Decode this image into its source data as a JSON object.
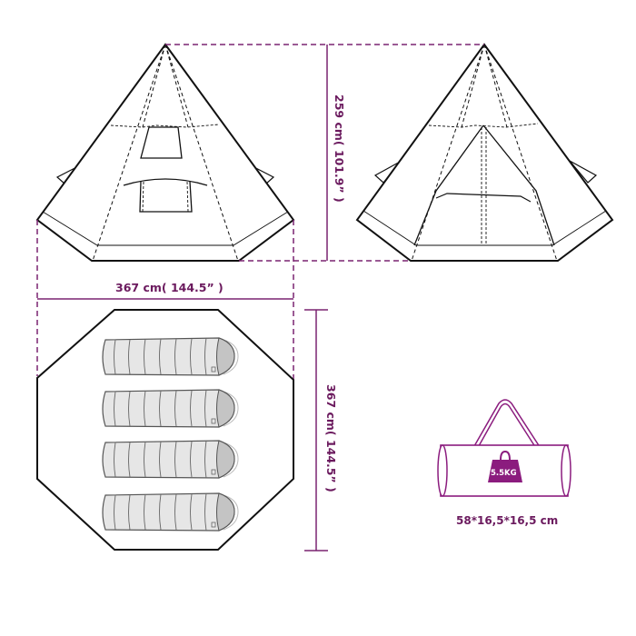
{
  "diagram": {
    "title": "Tent dimensions",
    "colors": {
      "dimension": "#7a2370",
      "dimension_text": "#6b1a5e",
      "outline": "#111111",
      "sleeping_bag_fill": "#e6e6e6",
      "sleeping_bag_head": "#c4c4c4",
      "bag_outline": "#8b1c7e",
      "weight_fill": "#8b1c7e"
    },
    "views": {
      "front_view": {
        "label": "tent-front-view",
        "features": [
          "window",
          "door-panel",
          "guy-flaps"
        ]
      },
      "back_view": {
        "label": "tent-back-view",
        "features": [
          "triangular-door",
          "center-pole"
        ]
      },
      "floor_plan": {
        "label": "octagonal-floor-plan",
        "sleeping_bags": 4
      }
    },
    "dimensions": {
      "height": "259 cm( 101.9”  )",
      "width": "367 cm( 144.5”  )",
      "depth": "367 cm( 144.5”  )"
    },
    "carry_bag": {
      "weight": "5.5KG",
      "size": "58*16,5*16,5 cm"
    }
  }
}
